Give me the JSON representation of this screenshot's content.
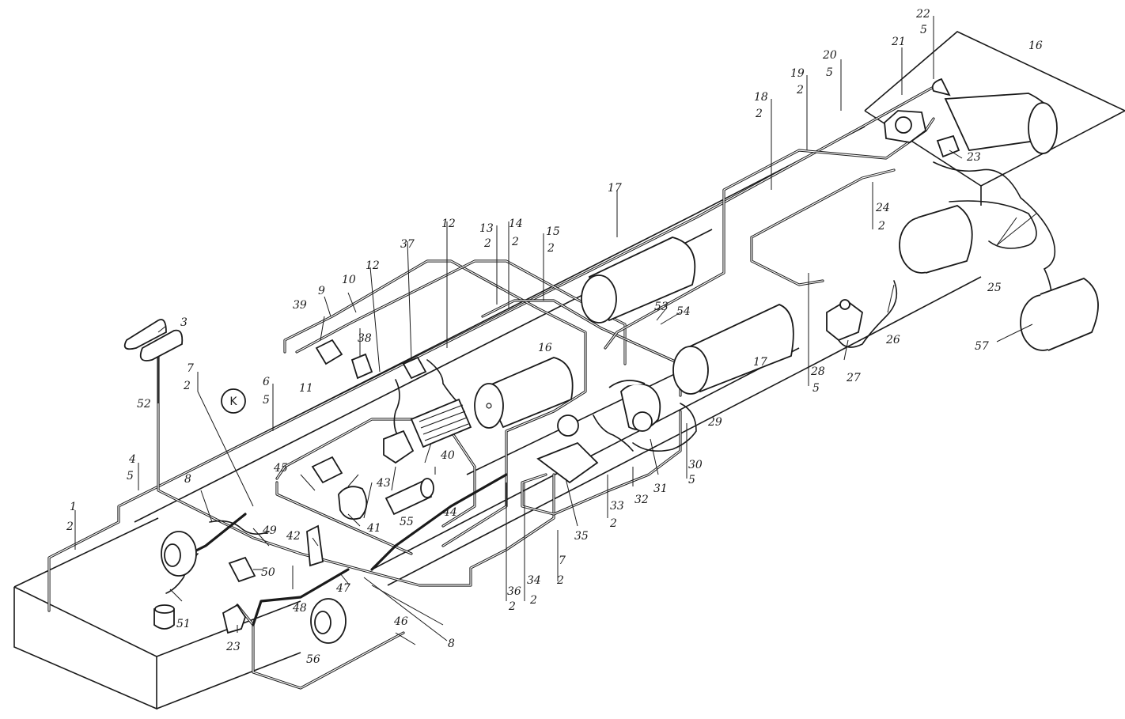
{
  "diagram": {
    "marker_k": "K",
    "labels": {
      "l1": "1",
      "l1b": "2",
      "l3": "3",
      "l4": "4",
      "l4b": "5",
      "l6": "6",
      "l6b": "5",
      "l7": "7",
      "l7b": "2",
      "l8a": "8",
      "l8b": "8",
      "l9": "9",
      "l10": "10",
      "l11": "11",
      "l12a": "12",
      "l12b": "12",
      "l13": "13",
      "l13b": "2",
      "l14": "14",
      "l14b": "2",
      "l15": "15",
      "l15b": "2",
      "l16a": "16",
      "l16b": "16",
      "l17a": "17",
      "l17b": "17",
      "l18": "18",
      "l18b": "2",
      "l19": "19",
      "l19b": "2",
      "l20": "20",
      "l20b": "5",
      "l21": "21",
      "l22": "22",
      "l22b": "5",
      "l23a": "23",
      "l23b": "23",
      "l24": "24",
      "l24b": "2",
      "l25": "25",
      "l26": "26",
      "l27": "27",
      "l28": "28",
      "l28b": "5",
      "l29": "29",
      "l30": "30",
      "l30b": "5",
      "l31": "31",
      "l32": "32",
      "l33": "33",
      "l33b": "2",
      "l34": "34",
      "l34b": "2",
      "l35": "35",
      "l36": "36",
      "l36b": "2",
      "l37": "37",
      "l38": "38",
      "l39": "39",
      "l40": "40",
      "l41": "41",
      "l42": "42",
      "l43": "43",
      "l44": "44",
      "l45": "45",
      "l46": "46",
      "l47": "47",
      "l48": "48",
      "l49": "49",
      "l50": "50",
      "l51": "51",
      "l52": "52",
      "l53": "53",
      "l54": "54",
      "l55": "55",
      "l56": "56",
      "l57": "57",
      "l7c": "7",
      "l7d": "2"
    }
  }
}
